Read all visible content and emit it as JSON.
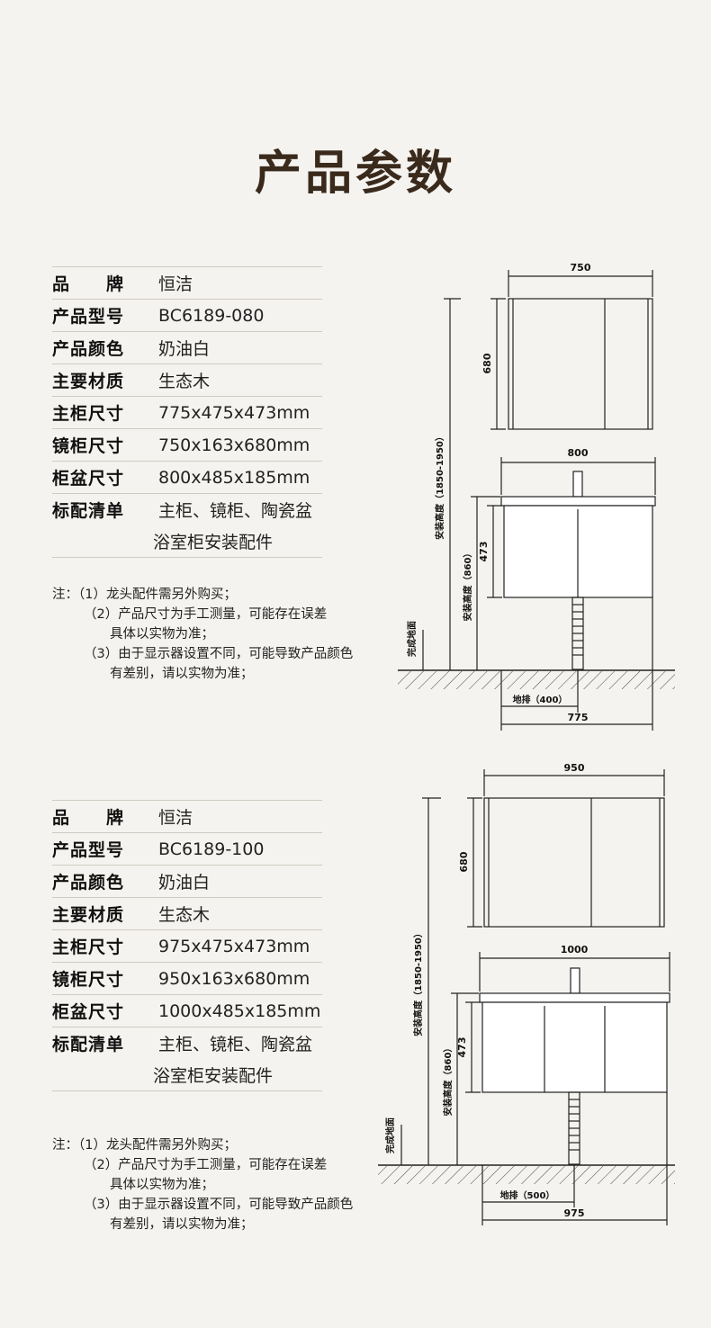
{
  "page_title": "产品参数",
  "products": [
    {
      "specs": [
        {
          "key": "品　　牌",
          "value": "恒洁"
        },
        {
          "key": "产品型号",
          "value": "BC6189-080"
        },
        {
          "key": "产品颜色",
          "value": "奶油白"
        },
        {
          "key": "主要材质",
          "value": "生态木"
        },
        {
          "key": "主柜尺寸",
          "value": "775x475x473mm"
        },
        {
          "key": "镜柜尺寸",
          "value": "750x163x680mm"
        },
        {
          "key": "柜盆尺寸",
          "value": "800x485x185mm"
        },
        {
          "key": "标配清单",
          "value": "主柜、镜柜、陶瓷盆"
        }
      ],
      "specs_extra": "浴室柜安装配件",
      "notes": [
        "注：（1）龙头配件需另外购买；",
        "（2）产品尺寸为手工测量，可能存在误差",
        "具体以实物为准；",
        "（3）由于显示器设置不同，可能导致产品颜色",
        "有差别，请以实物为准；"
      ],
      "drawing": {
        "mirror_width": "750",
        "mirror_height": "680",
        "basin_width": "800",
        "cabinet_height": "473",
        "install_height": "安装高度（1850-1950）",
        "cabinet_install_height": "安装高度（860）",
        "floor_label": "完成地面",
        "drain": "地排（400）",
        "cabinet_width": "775"
      }
    },
    {
      "specs": [
        {
          "key": "品　　牌",
          "value": "恒洁"
        },
        {
          "key": "产品型号",
          "value": "BC6189-100"
        },
        {
          "key": "产品颜色",
          "value": "奶油白"
        },
        {
          "key": "主要材质",
          "value": "生态木"
        },
        {
          "key": "主柜尺寸",
          "value": "975x475x473mm"
        },
        {
          "key": "镜柜尺寸",
          "value": "950x163x680mm"
        },
        {
          "key": "柜盆尺寸",
          "value": "1000x485x185mm"
        },
        {
          "key": "标配清单",
          "value": "主柜、镜柜、陶瓷盆"
        }
      ],
      "specs_extra": "浴室柜安装配件",
      "notes": [
        "注：（1）龙头配件需另外购买；",
        "（2）产品尺寸为手工测量，可能存在误差",
        "具体以实物为准；",
        "（3）由于显示器设置不同，可能导致产品颜色",
        "有差别，请以实物为准；"
      ],
      "drawing": {
        "mirror_width": "950",
        "mirror_height": "680",
        "basin_width": "1000",
        "cabinet_height": "473",
        "install_height": "安装高度（1850-1950）",
        "cabinet_install_height": "安装高度（860）",
        "floor_label": "完成地面",
        "drain": "地排（500）",
        "cabinet_width": "975"
      }
    }
  ]
}
